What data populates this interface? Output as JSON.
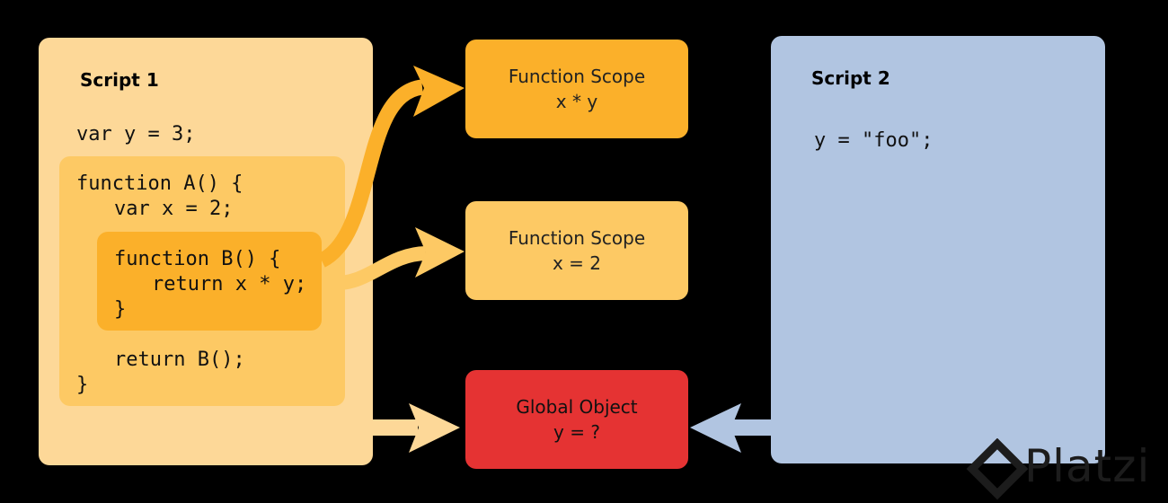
{
  "script1": {
    "title": "Script 1",
    "code": {
      "var_y": "var y = 3;",
      "func_a_open": "function A() {",
      "var_x": "var x = 2;",
      "func_b_open": "function B() {",
      "return_xy": "return x * y;",
      "func_b_close": "}",
      "return_b": "return B();",
      "func_a_close": "}"
    }
  },
  "scopes": {
    "inner": {
      "label": "Function Scope",
      "expr": "x * y"
    },
    "outer": {
      "label": "Function Scope",
      "expr": "x = 2"
    },
    "global": {
      "label": "Global Object",
      "expr": "y = ?"
    }
  },
  "script2": {
    "title": "Script 2",
    "code": {
      "assign": "y = \"foo\";"
    }
  },
  "watermark": {
    "text": "Platzi"
  },
  "colors": {
    "background": "#000000",
    "script1": "#fdd898",
    "function_a": "#fdc964",
    "function_b": "#fbb02a",
    "global_object": "#e53333",
    "script2": "#b1c5e1"
  }
}
